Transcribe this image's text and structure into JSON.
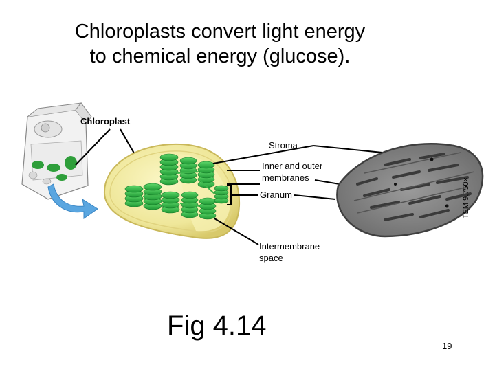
{
  "title": {
    "line1": "Chloroplasts convert light energy",
    "line2": "to chemical energy (glucose)."
  },
  "labels": {
    "chloroplast": "Chloroplast",
    "stroma": "Stroma",
    "membranes_line1": "Inner and outer",
    "membranes_line2": "membranes",
    "granum": "Granum",
    "intermembrane_line1": "Intermembrane",
    "intermembrane_line2": "space"
  },
  "micrograph_caption": "TEM 9,750×",
  "figure_label": "Fig 4.14",
  "page_number": "19"
}
